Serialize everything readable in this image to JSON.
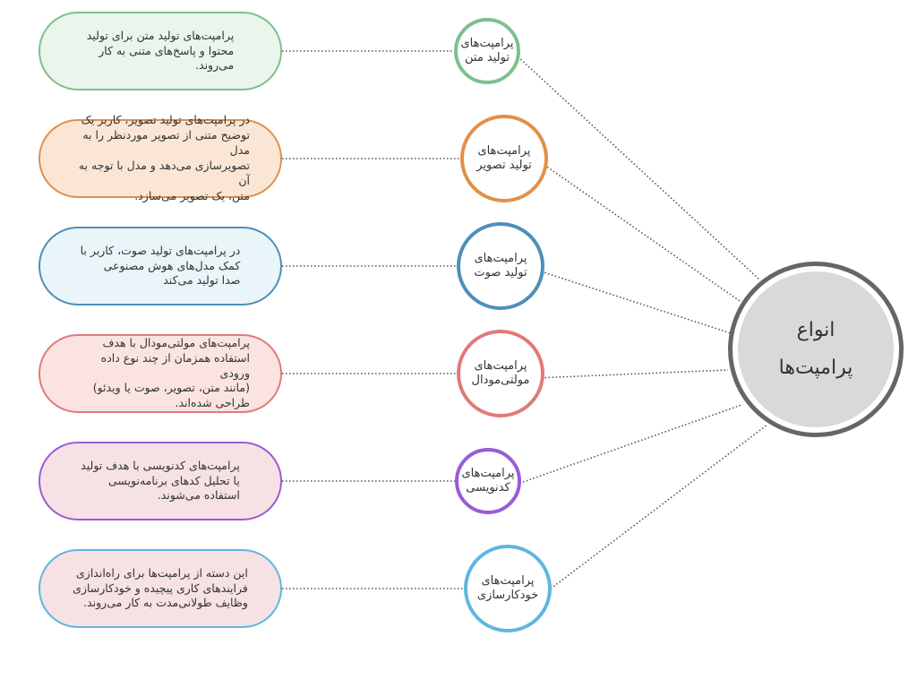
{
  "hub": {
    "label_line1": "انواع",
    "label_line2": "پرامپت‌ها",
    "border_color": "#666666",
    "fill_color": "#d9d9d9"
  },
  "types": [
    {
      "name": "پرامپت‌های تولید متن",
      "description": "پرامپت‌های تولید متن برای تولید محتوا و پاسخ‌های متنی به کار می‌روند.",
      "border_color": "#7cc08e",
      "fill_color": "#eaf6ec"
    },
    {
      "name": "پرامپت‌های تولید تصویر",
      "description": "در پرامپت‌های تولید تصویر، کاربر یک توضیح متنی از تصویر موردنظر را به مدل تصویرسازی می‌دهد و مدل با توجه به آن متن، یک تصویر می‌سازد.",
      "border_color": "#e0904a",
      "fill_color": "#fbe6d5"
    },
    {
      "name": "پرامپت‌های تولید صوت",
      "description": "در پرامپت‌های تولید صوت، کاربر با کمک مدل‌های هوش مصنوعی صدا تولید می‌کند",
      "border_color": "#4d8fb8",
      "fill_color": "#eaf5f9"
    },
    {
      "name": "پرامپت‌های مولتی‌مودال",
      "description": "پرامپت‌های مولتی‌مودال با هدف استفاده همزمان از چند نوع داده ورودی (مانند متن، تصویر، صوت یا ویدئو) طراحی شده‌اند.",
      "border_color": "#e07a7a",
      "fill_color": "#fbe3e1"
    },
    {
      "name": "پرامپت‌های کدنویسی",
      "description": "پرامپت‌های کدنویسی با هدف تولید یا تحلیل کدهای برنامه‌نویسی استفاده می‌شوند.",
      "border_color": "#9a5cd6",
      "fill_color": "#f6e1e4"
    },
    {
      "name": "پرامپت‌های خودکارسازی",
      "description": "این دسته از پرامپت‌ها برای راه‌اندازی فرایندهای کاری پیچیده و خودکارسازی وظایف طولانی‌مدت به کار می‌روند.",
      "border_color": "#5fb6e0",
      "fill_color": "#f6e1e4"
    }
  ]
}
